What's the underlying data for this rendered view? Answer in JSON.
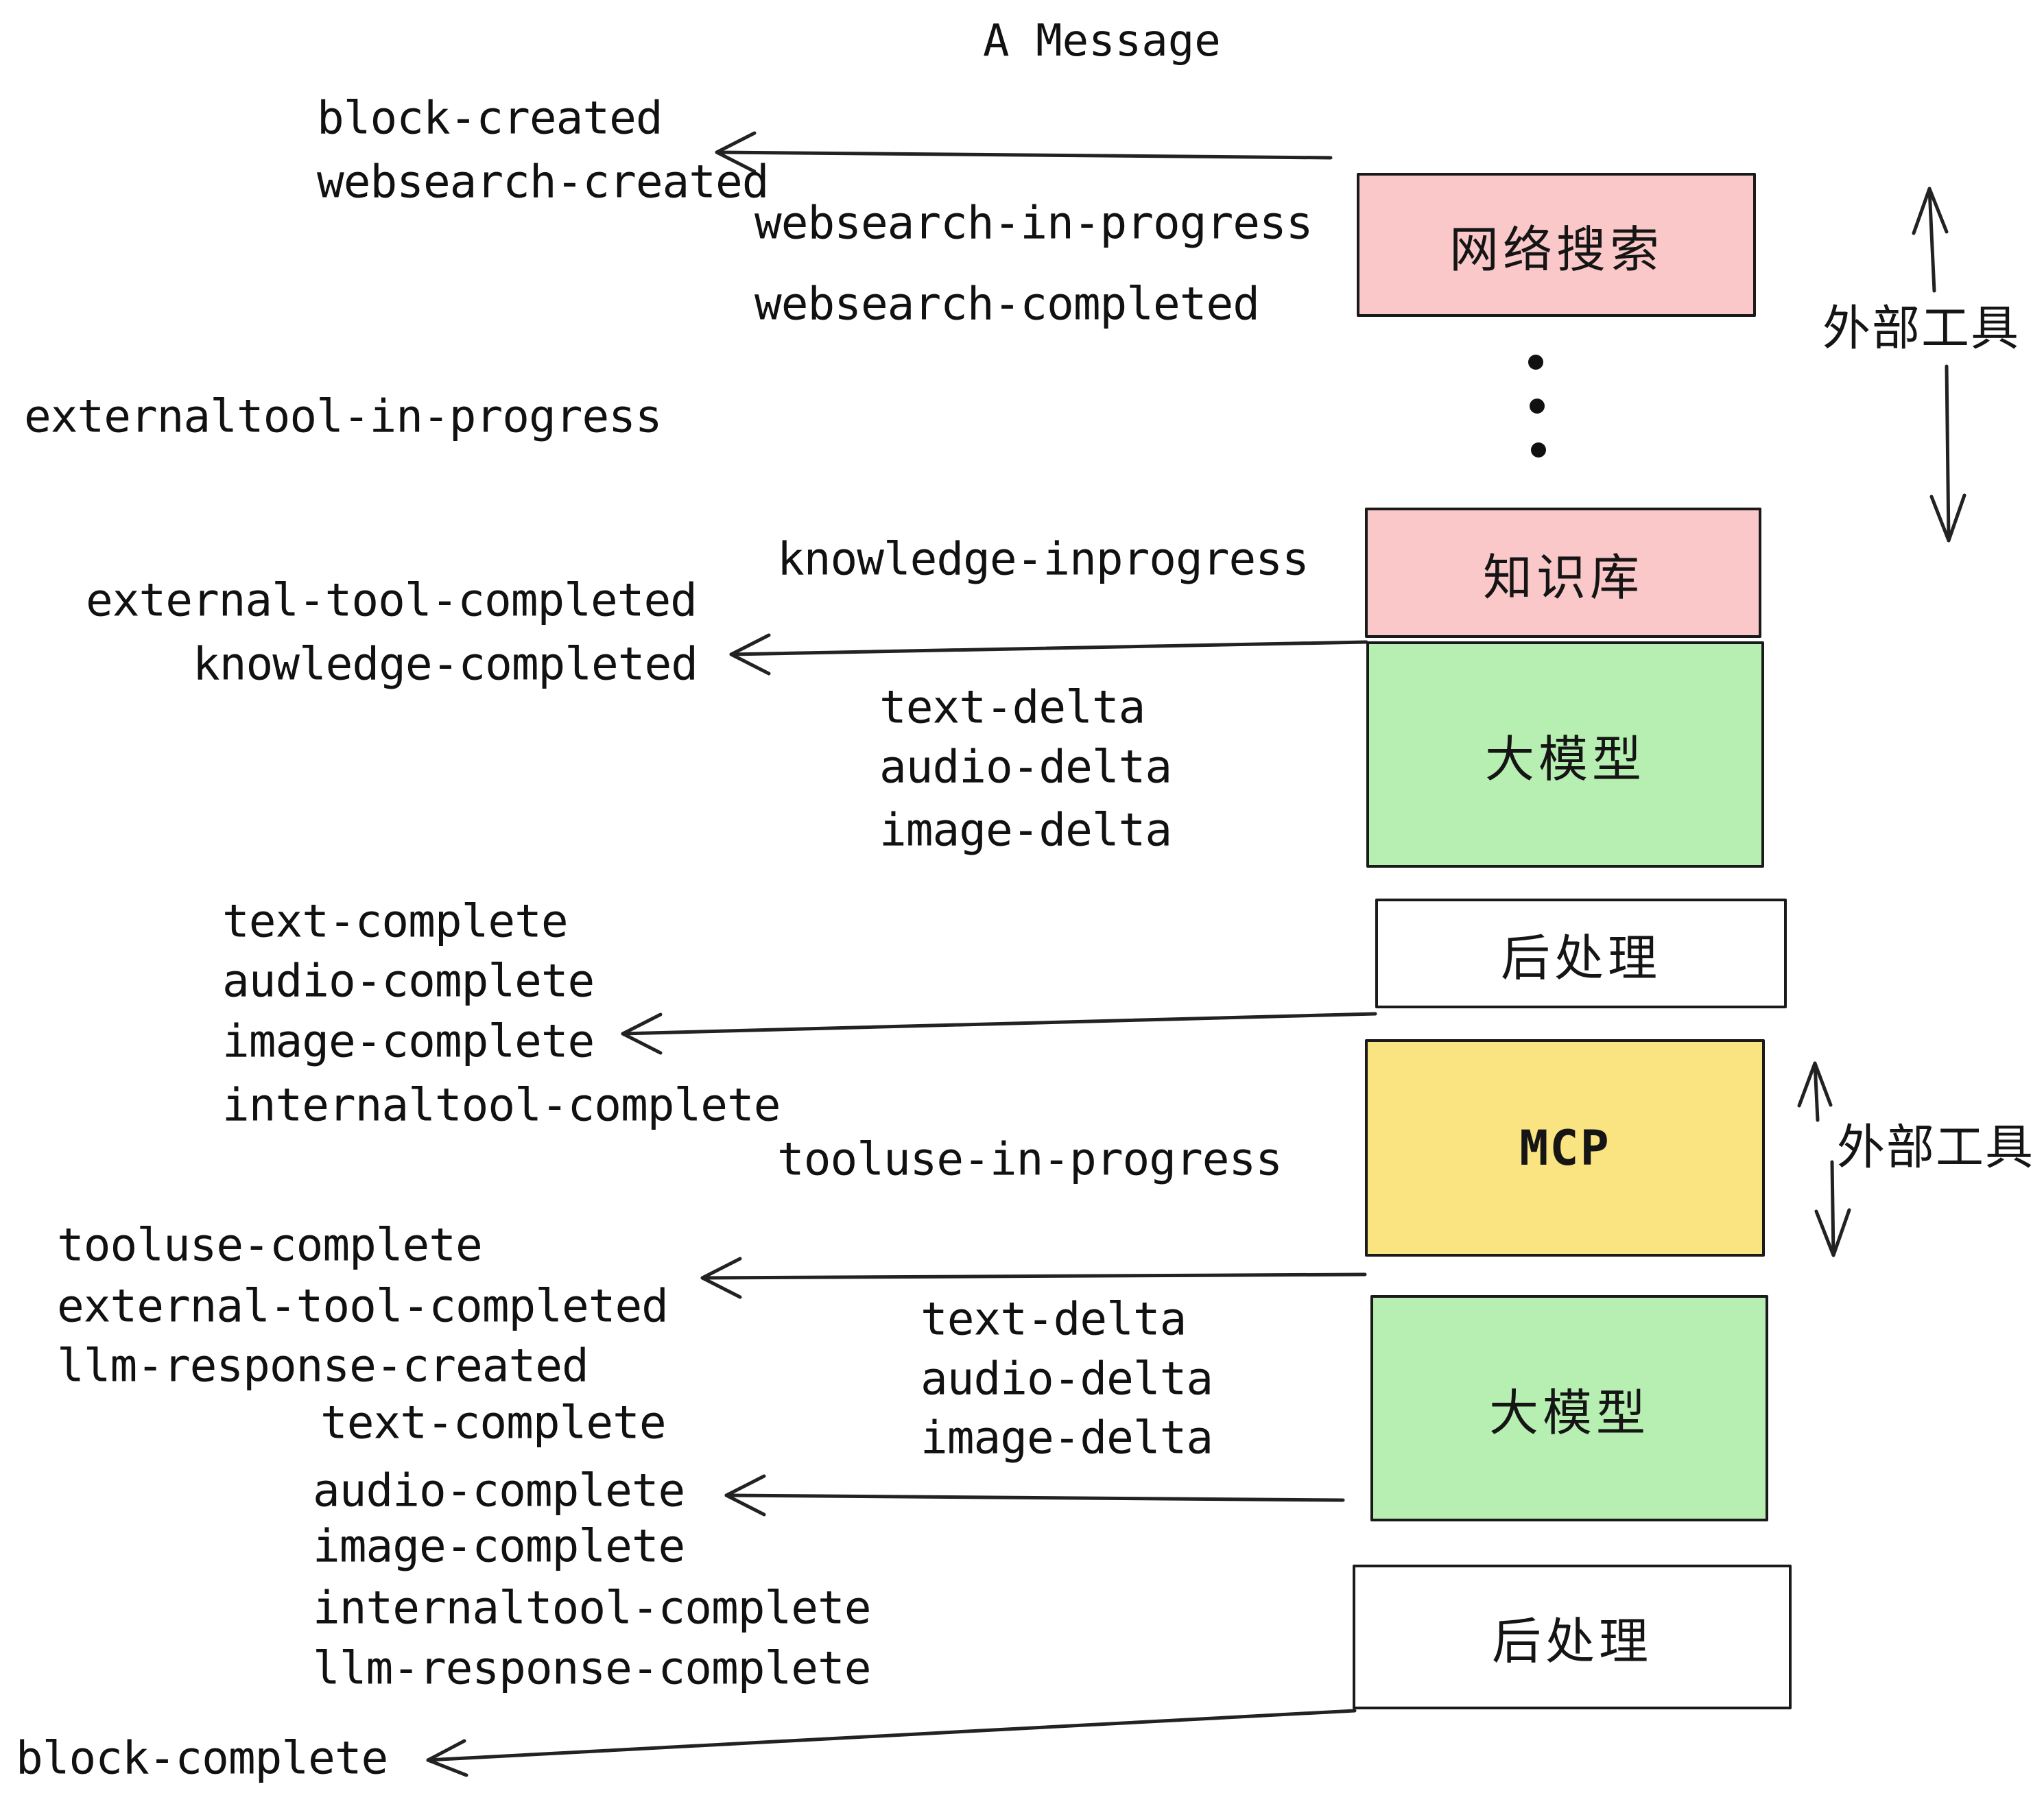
{
  "title": "A Message",
  "colors": {
    "pink": "#FAC8C8",
    "green": "#B6EFB1",
    "yellow": "#FAE381",
    "white": "#FFFFFF",
    "border": "#1A1A1A",
    "arrow": "#222222",
    "text": "#111111"
  },
  "boxes": {
    "websearch": {
      "label": "网络搜索",
      "color": "#FAC8C8"
    },
    "knowledge": {
      "label": "知识库",
      "color": "#FAC8C8"
    },
    "llm1": {
      "label": "大模型",
      "color": "#B6EFB1"
    },
    "post1": {
      "label": "后处理",
      "color": "#FFFFFF"
    },
    "mcp": {
      "label": "MCP",
      "color": "#FAE381"
    },
    "llm2": {
      "label": "大模型",
      "color": "#B6EFB1"
    },
    "post2": {
      "label": "后处理",
      "color": "#FFFFFF"
    }
  },
  "side_labels": {
    "external_tools_top": "外部工具",
    "external_tools_bottom": "外部工具"
  },
  "events": {
    "block_created": "block-created",
    "websearch_created": "websearch-created",
    "websearch_in_progress": "websearch-in-progress",
    "websearch_completed": "websearch-completed",
    "externaltool_in_progress": "externaltool-in-progress",
    "knowledge_inprogress": "knowledge-inprogress",
    "external_tool_completed": "external-tool-completed",
    "knowledge_completed": "knowledge-completed",
    "text_delta_1": "text-delta",
    "audio_delta_1": "audio-delta",
    "image_delta_1": "image-delta",
    "text_complete_1": "text-complete",
    "audio_complete_1": "audio-complete",
    "image_complete_1": "image-complete",
    "internaltool_complete_1": "internaltool-complete",
    "tooluse_in_progress": "tooluse-in-progress",
    "tooluse_complete": "tooluse-complete",
    "external_tool_completed_2": "external-tool-completed",
    "llm_response_created": "llm-response-created",
    "text_complete_2": "text-complete",
    "audio_complete_2": "audio-complete",
    "image_complete_2": "image-complete",
    "internaltool_complete_2": "internaltool-complete",
    "llm_response_complete": "llm-response-complete",
    "block_complete": "block-complete"
  }
}
